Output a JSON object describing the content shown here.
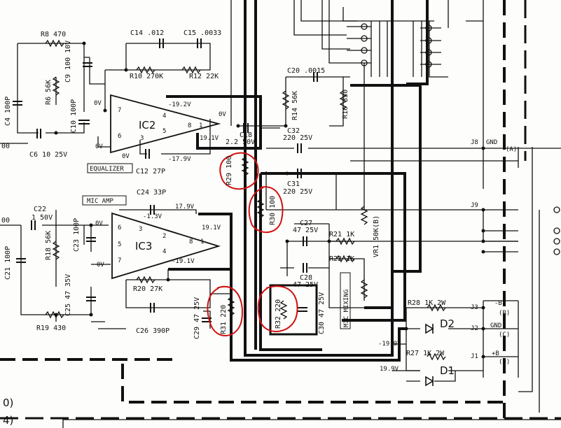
{
  "blocks": {
    "ic2": "IC2",
    "ic3": "IC3",
    "equalizer": "EQUALIZER",
    "mic_amp": "MIC AMP",
    "mic_mixing": "MIC MIXING"
  },
  "components": {
    "r8": "R8 470",
    "c9": "C9 100 10V",
    "c14": "C14 .012",
    "c15": "C15 .0033",
    "r10": "R10 270K",
    "r12": "R12 22K",
    "c4": "C4 100P",
    "r6": "R6 56K",
    "c10": "C10 100P",
    "c6": "C6 10 25V",
    "c18": "C18",
    "c18v": "2.2 50V",
    "r14": "R14 56K",
    "r16": "R16 330",
    "c20": "C20 .0015",
    "c32": "C32",
    "c32v": "220 25V",
    "c12": "C12 27P",
    "r29": "R29 100",
    "c31": "C31",
    "c31v": "220 25V",
    "r30": "R30 100",
    "c24": "C24 33P",
    "c22": "C22",
    "c22v": "1 50V",
    "c23": "C23 100P",
    "r18": "R18 56K",
    "c21": "C21 100P",
    "c27": "C27",
    "c27v": "47 25V",
    "r21": "R21 1K",
    "r22": "R22 1K",
    "vr1": "VR1 50K(B)",
    "c28": "C28",
    "c28v": "47 25V",
    "r20": "R20 27K",
    "c25": "C25 47 35V",
    "r19": "R19 430",
    "c26": "C26 390P",
    "c29": "C29 47 25V",
    "r31": "R31 220",
    "r32": "R32 220",
    "c30": "C30 47 25V",
    "r28": "R28 1K 2W",
    "r27": "R27 1K 2W",
    "d2": "D2",
    "d1": "D1"
  },
  "voltages": {
    "v_m192": "-19.2V",
    "v_0v_out": "0V",
    "v_191_ic2": "19.1V",
    "v_0v_ic2_a": "0V",
    "v_0v_ic2_b": "0V",
    "v_0v_ic2_c": "0V",
    "v_m179_ic2": "-17.9V",
    "v_m13": "-1.3V",
    "v_179_ic3": "17.9V",
    "v_0v_ic3_a": "0V",
    "v_0v_ic3_b": "0V",
    "v_191_ic3": "19.1V",
    "v_m191_ic3": "-19.1V",
    "v_m199": "-19.9V",
    "v_199": "19.9V"
  },
  "pins": {
    "p7a": "7",
    "p6a": "6",
    "p3a": "3",
    "p5a": "5",
    "p4a": "4",
    "p8a": "8",
    "p1a": "1",
    "p6b": "6",
    "p5b": "5",
    "p7b": "7",
    "p3b": "3",
    "p2b": "2",
    "p4b": "4",
    "p8b": "8",
    "p1b": "1"
  },
  "connectors": {
    "j8": "J8",
    "j8_label": "GND",
    "j8_pin": "(A)",
    "j9": "J9",
    "j3": "J3",
    "j3_label": "-B",
    "j3_pin": "(B)",
    "j2": "J2",
    "j2_label": "GND",
    "j2_pin": "(C)",
    "j1": "J1",
    "j1_label": "+B",
    "j1_pin": "(D)"
  },
  "edge_text": {
    "left_00_a": "00",
    "left_00_b": "00",
    "bottom_0": "0)",
    "bottom_4": "4)"
  }
}
